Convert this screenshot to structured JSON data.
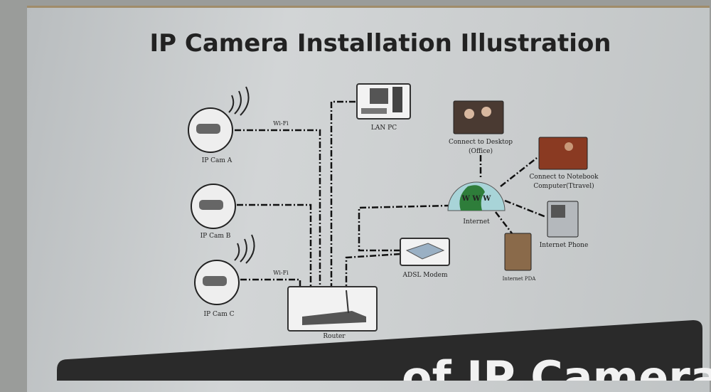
{
  "title": "IP Camera Installation Illustration",
  "banner_text": "of IP Camera",
  "nodes": {
    "cam_a": "IP Cam A",
    "cam_b": "IP Cam B",
    "cam_c": "IP Cam  C",
    "wifi_a": "Wi-Fi",
    "wifi_c": "Wi-Fi",
    "lan_pc": "LAN PC",
    "router": "Router",
    "modem": "ADSL Modem",
    "internet": "Internet",
    "globe_text": "W W W",
    "desktop_1": "Connect to Desktop",
    "desktop_2": "(Office)",
    "notebook_1": "Connect to Notebook",
    "notebook_2": "Computer(Ttravel)",
    "phone": "Internet Phone",
    "pda": "Internet PDA"
  },
  "colors": {
    "line": "#111111",
    "globe_sea": "#a8d4d8",
    "globe_land": "#2e7d3a",
    "banner": "#2a2a2a"
  }
}
